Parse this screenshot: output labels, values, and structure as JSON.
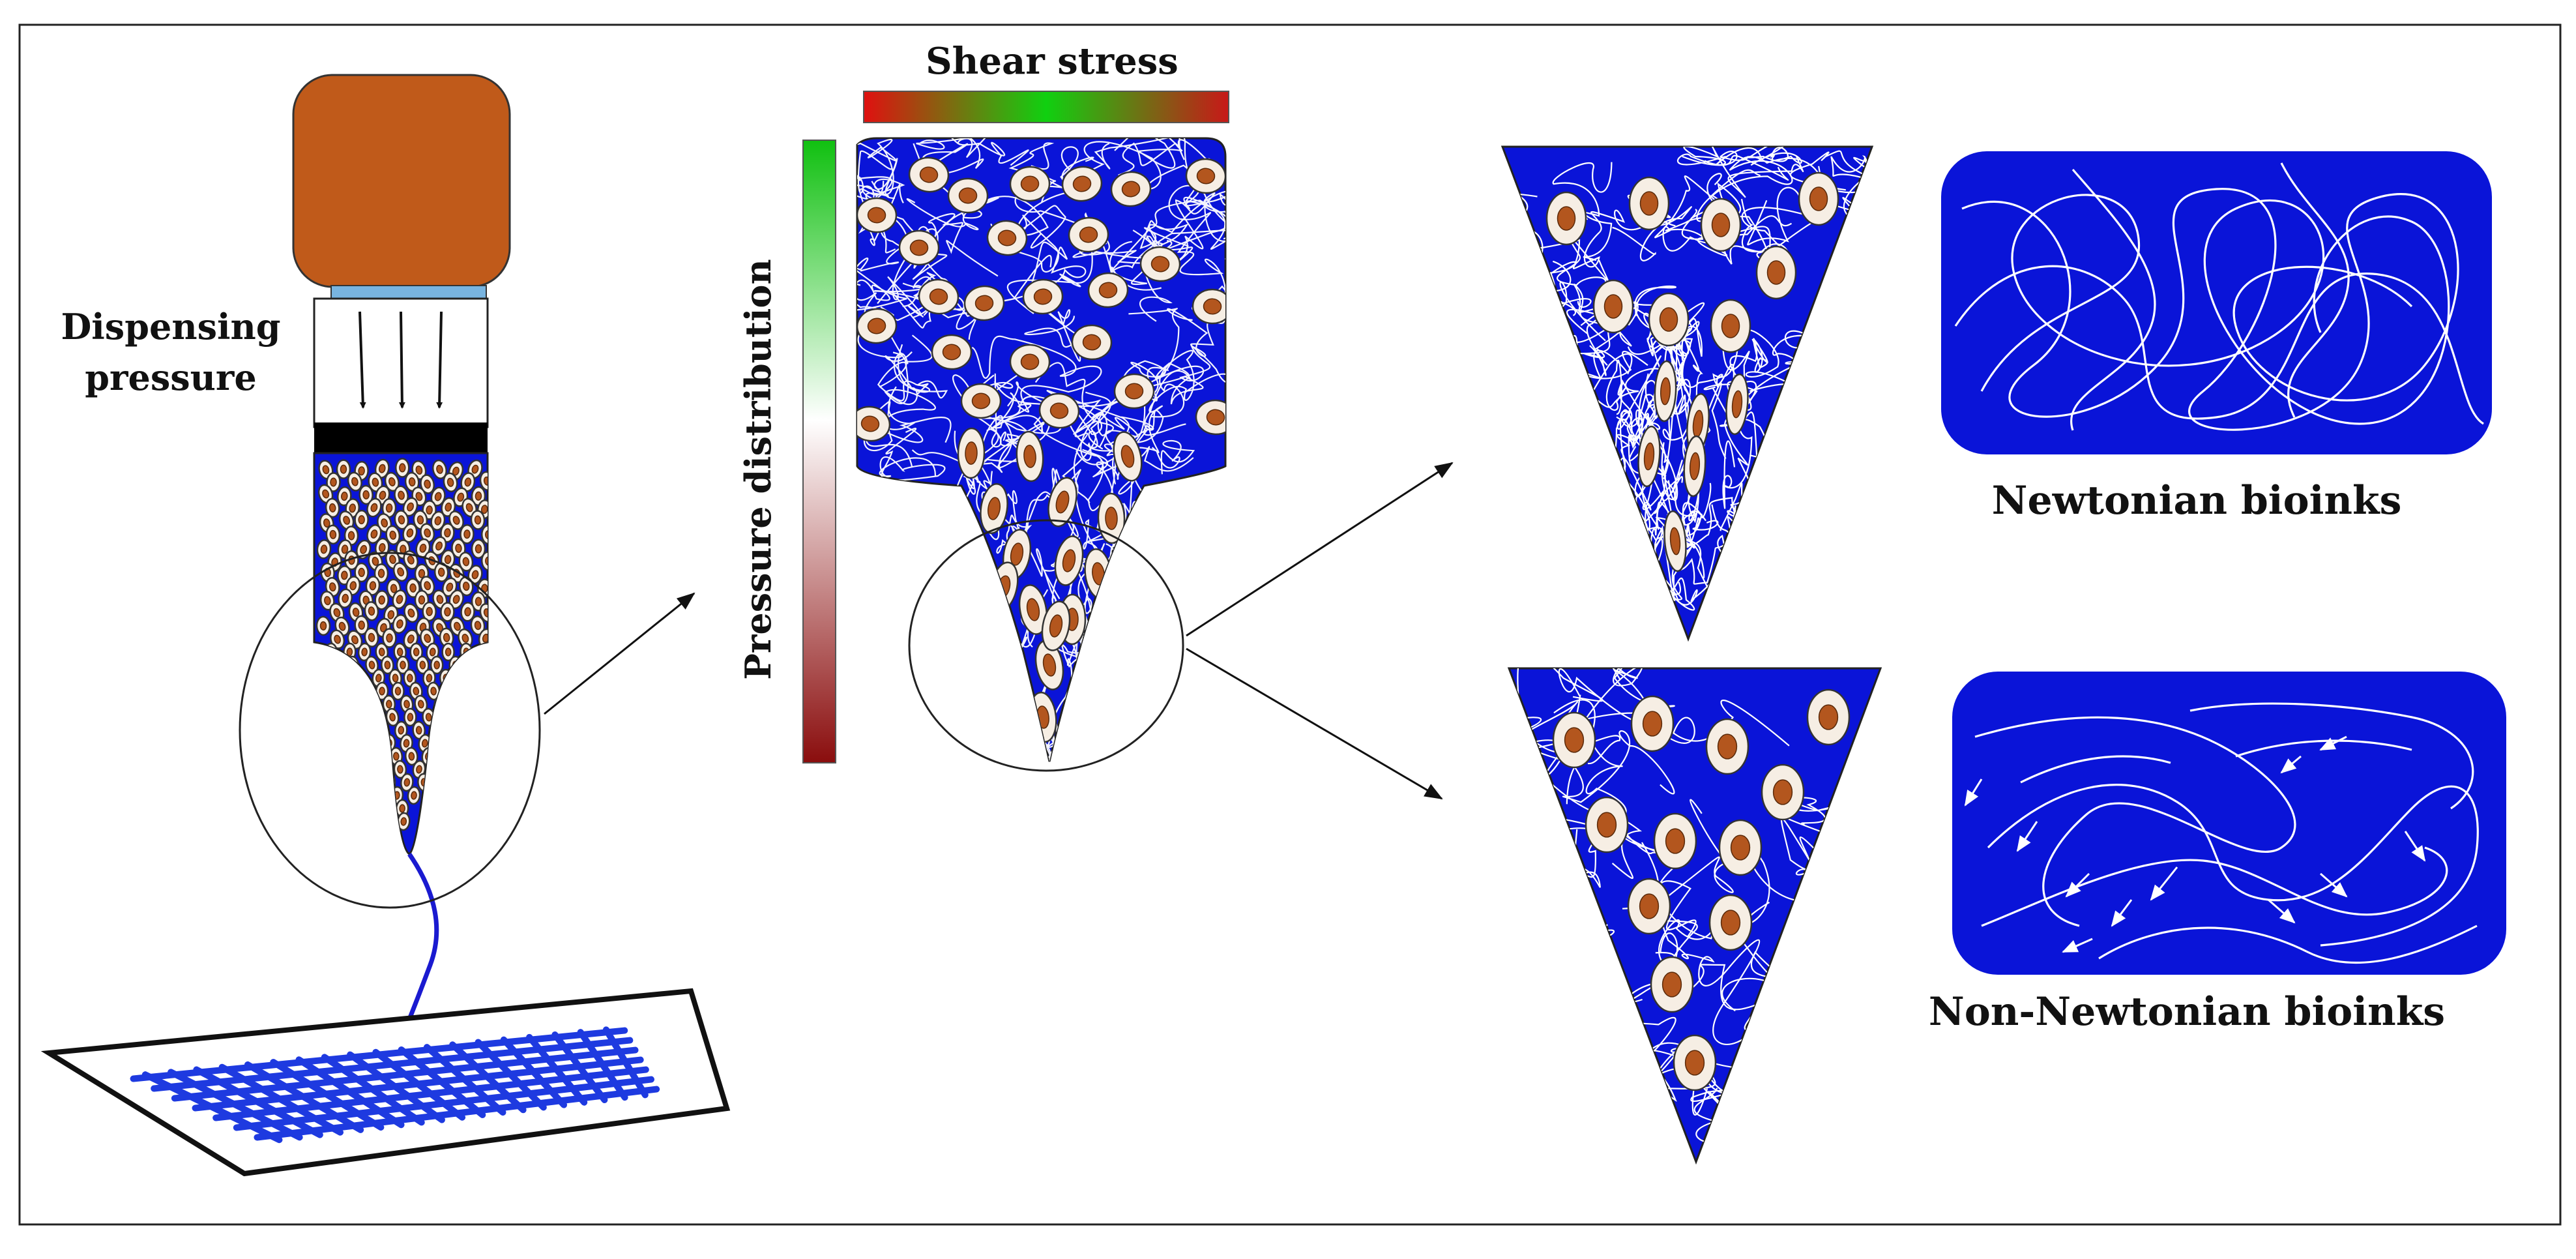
{
  "labels": {
    "dispensing_pressure_line1": "Dispensing",
    "dispensing_pressure_line2": "pressure",
    "shear_stress": "Shear stress",
    "pressure_distribution": "Pressure distribution",
    "newtonian": "Newtonian bioinks",
    "non_newtonian": "Non-Newtonian bioinks"
  },
  "colors": {
    "bioink_blue": "#0a14d8",
    "syringe_cap": "#c05a1a",
    "cell_nucleus": "#b3561e",
    "cell_body": "#f6eee4",
    "shear_gradient": [
      "#e01010",
      "#10d010",
      "#c81818"
    ],
    "pressure_gradient": [
      "#10c010",
      "#ffffff",
      "#8a0d0d"
    ]
  }
}
